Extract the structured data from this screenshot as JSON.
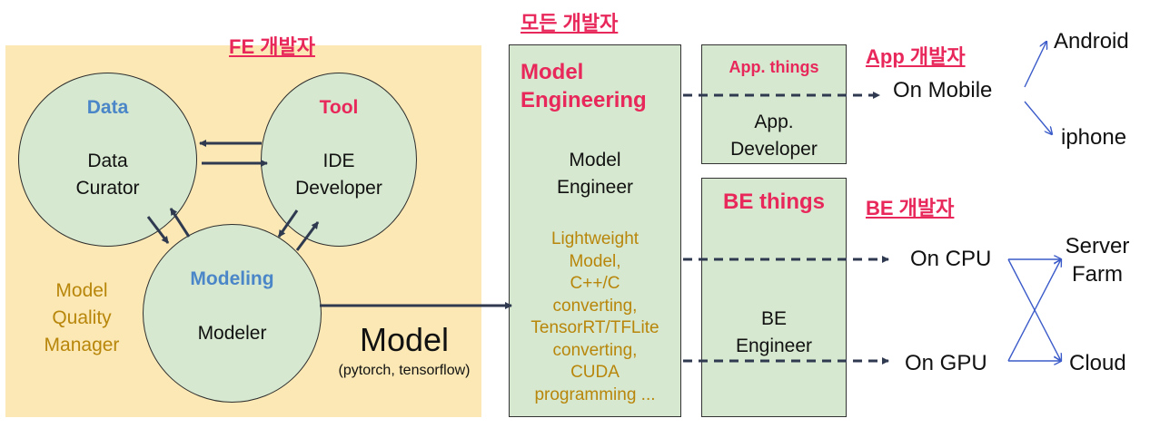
{
  "fe_title": "FE 개발자",
  "all_title": "모든 개발자",
  "app_title": "App 개발자",
  "be_title": "BE 개발자",
  "data_circle": {
    "heading": "Data",
    "line1": "Data",
    "line2": "Curator"
  },
  "tool_circle": {
    "heading": "Tool",
    "line1": "IDE",
    "line2": "Developer"
  },
  "modeling_circle": {
    "heading": "Modeling",
    "line1": "Modeler"
  },
  "quality_manager": [
    "Model",
    "Quality",
    "Manager"
  ],
  "model_label": "Model",
  "model_sub": "(pytorch, tensorflow)",
  "model_engineering": {
    "heading1": "Model",
    "heading2": "Engineering",
    "role1": "Model",
    "role2": "Engineer",
    "details": [
      "Lightweight",
      "Model,",
      "C++/C",
      "converting,",
      "TensorRT/TFLite",
      "converting,",
      "CUDA",
      "programming ..."
    ]
  },
  "app_box": {
    "heading": "App. things",
    "line1": "App.",
    "line2": "Developer"
  },
  "be_box": {
    "heading": "BE things",
    "line1": "BE",
    "line2": "Engineer"
  },
  "targets": {
    "mobile": "On Mobile",
    "android": "Android",
    "iphone": "iphone",
    "cpu": "On CPU",
    "gpu": "On GPU",
    "server": "Server",
    "farm": "Farm",
    "cloud": "Cloud"
  },
  "colors": {
    "accent_red": "#e8275a",
    "blue": "#4a86c8",
    "gold": "#b8860b",
    "fe_background": "#fbe8b4",
    "node_fill": "#d6e8cf",
    "arrow": "#2f3a50",
    "target_arrow": "#3b5bc9"
  }
}
